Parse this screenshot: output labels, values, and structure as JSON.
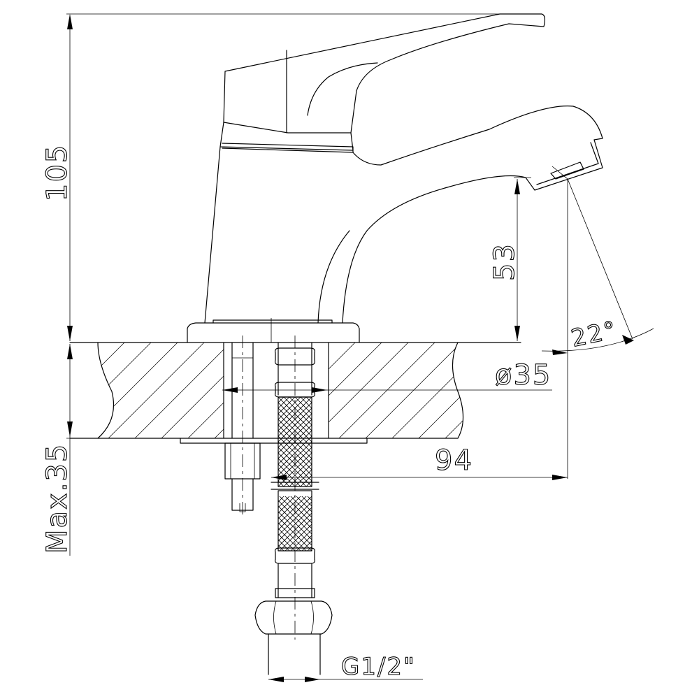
{
  "dimensions": {
    "total_height": "105",
    "spout_height": "53",
    "spout_angle": "22°",
    "body_diameter": "ø35",
    "spout_reach": "94",
    "max_deck_thickness": "Max.35",
    "thread_size": "G1/2\""
  }
}
